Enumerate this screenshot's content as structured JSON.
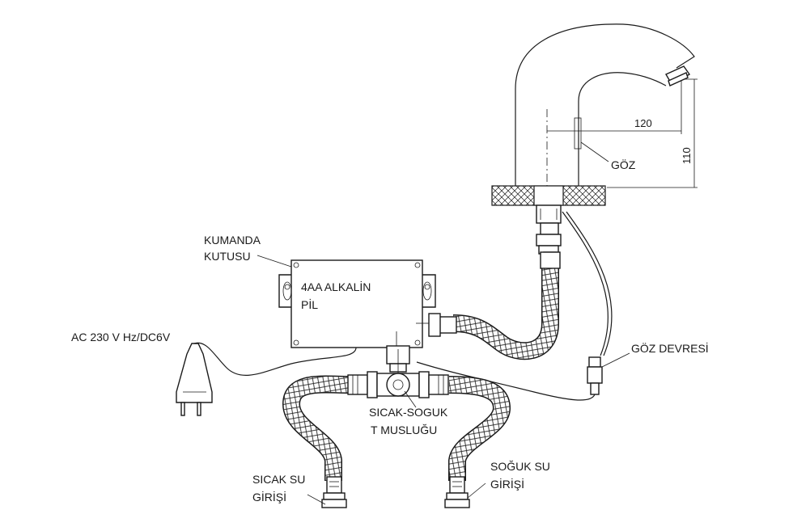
{
  "labels": {
    "control_box_line1": "KUMANDA",
    "control_box_line2": "KUTUSU",
    "battery_line1": "4AA ALKALİN",
    "battery_line2": "PİL",
    "power": "AC 230 V Hz/DC6V",
    "eye": "GÖZ",
    "eye_circuit": "GÖZ DEVRESİ",
    "tee_line1": "SICAK-SOGUK",
    "tee_line2": "T MUSLUĞU",
    "hot_line1": "SICAK SU",
    "hot_line2": "GİRİŞİ",
    "cold_line1": "SOĞUK SU",
    "cold_line2": "GİRİŞİ"
  },
  "dimensions": {
    "horizontal": "120",
    "vertical": "110"
  }
}
